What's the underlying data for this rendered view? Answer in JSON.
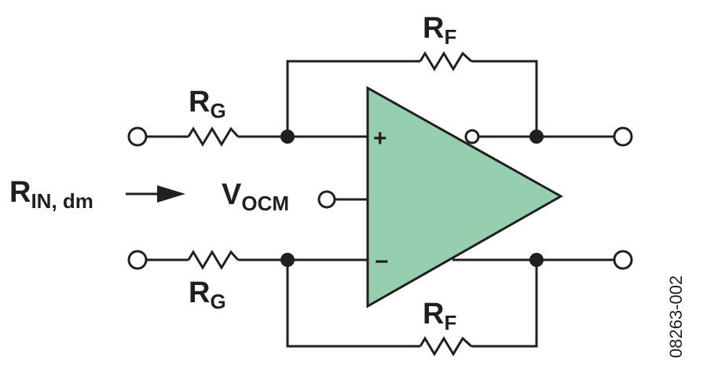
{
  "colors": {
    "amp_fill": "#96ceb0",
    "line": "#231f20",
    "background": "#ffffff"
  },
  "labels": {
    "rf_top": {
      "main": "R",
      "sub": "F"
    },
    "rg_top": {
      "main": "R",
      "sub": "G"
    },
    "rg_bottom": {
      "main": "R",
      "sub": "G"
    },
    "rf_bottom": {
      "main": "R",
      "sub": "F"
    },
    "rin": {
      "main": "R",
      "sub": "IN, dm"
    },
    "vocm": {
      "main": "V",
      "sub": "OCM"
    },
    "plus_sign": "+",
    "minus_sign": "−",
    "figure_code": "08263-002"
  }
}
